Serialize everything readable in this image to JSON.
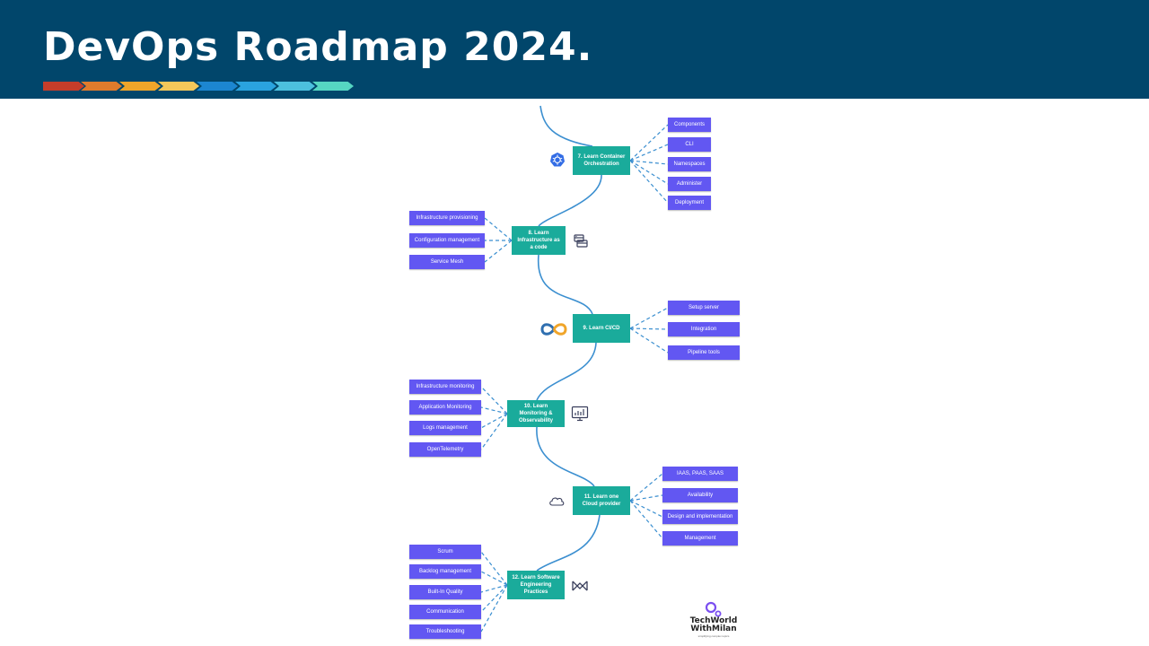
{
  "header": {
    "title": "DevOps Roadmap 2024.",
    "chevron_colors": [
      "#c63d2a",
      "#e07b2c",
      "#f0a52a",
      "#f5c75a",
      "#1c86d1",
      "#2aa3df",
      "#4cc0de",
      "#55d6c2"
    ]
  },
  "roadmap": {
    "nodes": [
      {
        "label": "7.  Learn Container Orchestration",
        "icon": "kubernetes-icon",
        "leaves": [
          "Components",
          "CLI",
          "Namespaces",
          "Administer",
          "Deployment"
        ]
      },
      {
        "label": "8.  Learn Infrastructure as a code",
        "icon": "infrastructure-icon",
        "leaves": [
          "Infrastructure provisioning",
          "Configuration management",
          "Service Mesh"
        ]
      },
      {
        "label": "9.  Learn CI/CD",
        "icon": "infinity-icon",
        "leaves": [
          "Setup server",
          "Integration",
          "Pipeline tools"
        ]
      },
      {
        "label": "10.  Learn Monitoring & Observability",
        "icon": "monitor-chart-icon",
        "leaves": [
          "Infrastructure monitoring",
          "Application Monitoring",
          "Logs management",
          "OpenTelemetry"
        ]
      },
      {
        "label": "11.  Learn one Cloud provider",
        "icon": "cloud-icon",
        "leaves": [
          "IAAS, PAAS, SAAS",
          "Availability",
          "Design and implementation",
          "Management"
        ]
      },
      {
        "label": "12.  Learn Software Engineering Practices",
        "icon": "bowtie-icon",
        "leaves": [
          "Scrum",
          "Backlog management",
          "Built-In Quality",
          "Communication",
          "Troubleshooting"
        ]
      }
    ]
  },
  "brand": {
    "name_line1": "TechWorld",
    "name_line2": "WithMilan",
    "tagline": "simplifying complex topics"
  },
  "colors": {
    "banner": "#01466b",
    "node": "#1aab9b",
    "leaf": "#6257f2",
    "connector": "#3b8fd0",
    "logo_accent": "#7b4ff0"
  }
}
